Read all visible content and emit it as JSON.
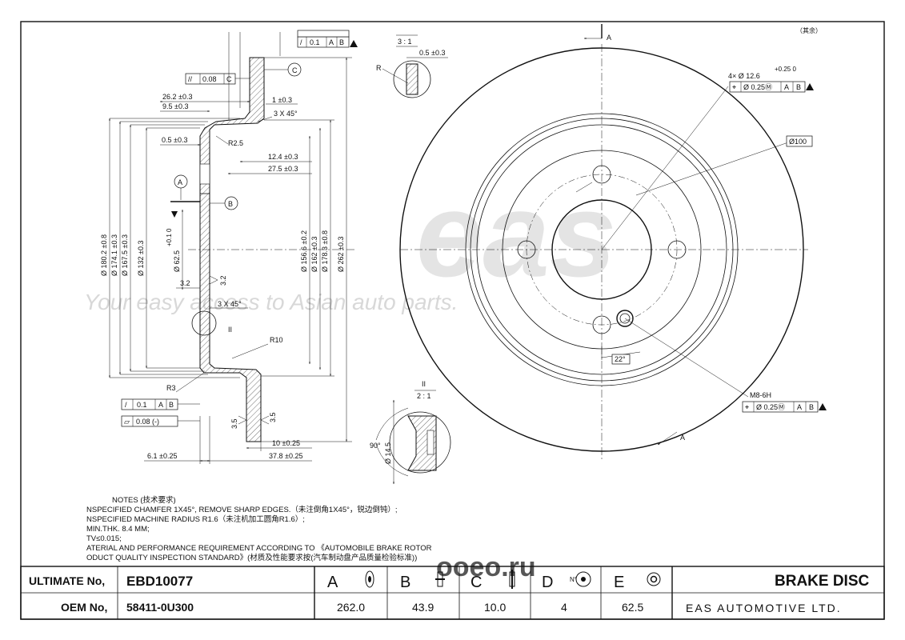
{
  "watermark": {
    "logo": "eas",
    "slogan": "Your easy access to Asian auto parts."
  },
  "section_view": {
    "top_tolerance": {
      "sym": "/",
      "val": "0.1",
      "ref1": "A",
      "ref2": "B"
    },
    "parallel_tol": {
      "sym": "//",
      "val": "0.08",
      "ref": "C"
    },
    "datum_c": "C",
    "datum_a": "A",
    "datum_b": "B",
    "dims": {
      "d_26_2": "26.2 ±0.3",
      "d_9_5": "9.5 ±0.3",
      "d_1": "1 ±0.3",
      "d_chamfer_top": "3 X 45°",
      "d_0_5": "0.5 ±0.3",
      "d_r2_5": "R2.5",
      "d_12_4": "12.4 ±0.3",
      "d_27_5": "27.5 ±0.3",
      "d_3_2a": "3.2",
      "d_3_2b": "3.2",
      "d_chamfer_mid": "3 X 45°",
      "d_r10": "R10",
      "d_r3": "R3",
      "d_3_5a": "3.5",
      "d_3_5b": "3.5",
      "d_10": "10 ±0.25",
      "d_6_1": "6.1 ±0.25",
      "d_37_8": "37.8 ±0.25",
      "detail_ref": "II",
      "runout_tol": {
        "sym": "/",
        "val": "0.1",
        "ref1": "A",
        "ref2": "B"
      },
      "flat_tol": {
        "sym": "▱",
        "val": "0.08 (-)"
      }
    },
    "vertical_dims": {
      "v180": "Ø 180.2 ±0.8",
      "v174": "Ø 174.1 ±0.3",
      "v167": "Ø 167.5 ±0.3",
      "v132": "Ø 132 ±0.3",
      "v62_main": "Ø 62.5",
      "v62_tol": "+0.1 0",
      "v156": "Ø 156.6 ±0.2",
      "v162": "Ø 162 ±0.3",
      "v178": "Ø 178.3 ±0.8",
      "v262": "Ø 262 ±0.3"
    }
  },
  "detail_r": {
    "scale": "3 : 1",
    "dim": "0.5 ±0.3",
    "r": "R"
  },
  "detail_ii": {
    "title": "II",
    "scale": "2 : 1",
    "angle": "90°",
    "dim": "Ø 14.5"
  },
  "front_view": {
    "section_a_top": "A",
    "section_a_bottom": "A",
    "holes": "4× Ø 12.6",
    "holes_tol": "+0.25 0",
    "holes_fcf": {
      "sym": "⌖",
      "val": "Ø 0.25Ⓜ",
      "ref1": "A",
      "ref2": "B"
    },
    "pcd": "Ø100",
    "angle": "22°",
    "thread": "M8-6H",
    "thread_fcf": {
      "sym": "⌖",
      "val": "Ø 0.25Ⓜ",
      "ref1": "A",
      "ref2": "B"
    },
    "corner_note": "（其余）"
  },
  "notes": {
    "title": "NOTES (技术要求)",
    "lines": [
      "NSPECIFIED CHAMFER 1X45°, REMOVE SHARP EDGES.（未注倒角1X45°，锐边倒钝）;",
      "NSPECIFIED MACHINE RADIUS R1.6（未注机加工圆角R1.6）;",
      "MIN.THK. 8.4 MM;",
      "TV≤0.015;",
      "ATERIAL AND PERFORMANCE REQUIREMENT ACCORDING TO 《AUTOMOBILE BRAKE ROTOR",
      "ODUCT QUALITY INSPECTION STANDARD》(材质及性能要求按(汽车制动盘产品质量检验标准))"
    ]
  },
  "title_block": {
    "ultimate_label": "ULTIMATE No,",
    "ultimate_value": "EBD10077",
    "oem_label": "OEM No,",
    "oem_value": "58411-0U300",
    "cols": [
      {
        "letter": "A",
        "value": "262.0",
        "icon": "disc-outer-diameter-icon"
      },
      {
        "letter": "B",
        "value": "43.9",
        "icon": "disc-height-icon"
      },
      {
        "letter": "C",
        "value": "10.0",
        "icon": "disc-thickness-icon"
      },
      {
        "letter": "D",
        "value": "4",
        "icon": "bolt-holes-icon"
      },
      {
        "letter": "E",
        "value": "62.5",
        "icon": "center-bore-icon"
      }
    ],
    "product": "BRAKE DISC",
    "company": "EAS AUTOMOTIVE LTD.",
    "stamp": "ooeo.ru"
  }
}
